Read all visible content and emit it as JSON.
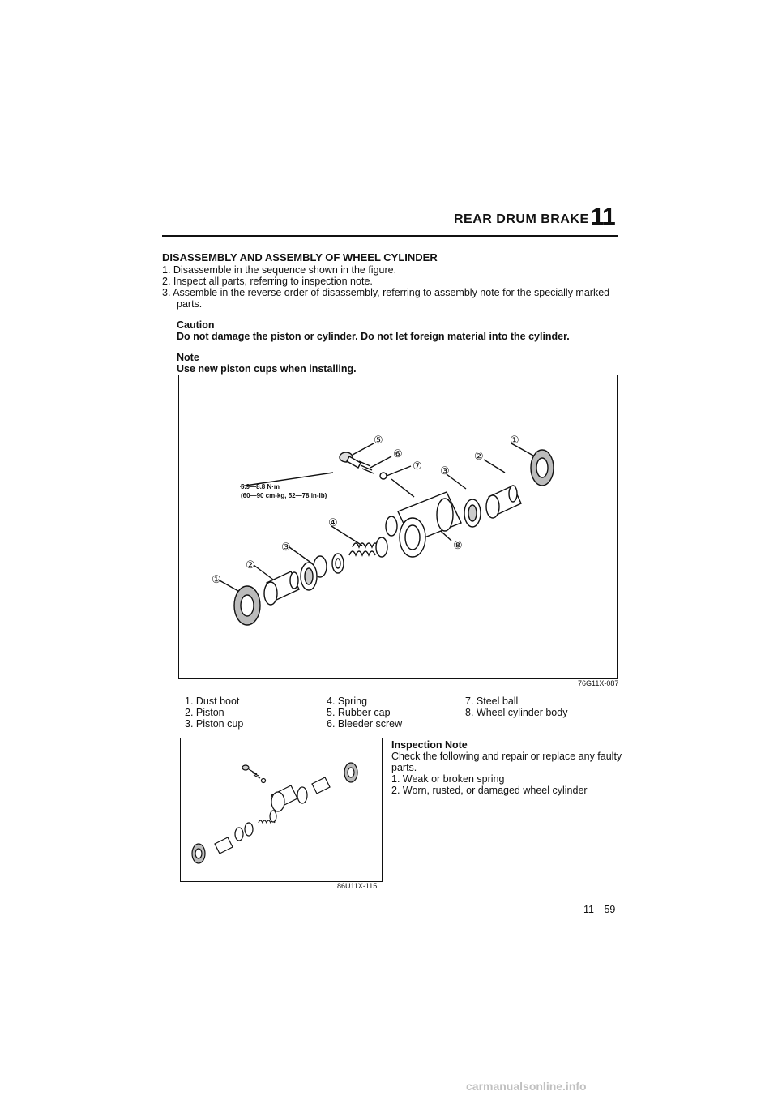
{
  "header": {
    "section_title": "REAR DRUM BRAKE",
    "chapter_number": "11"
  },
  "section": {
    "title": "DISASSEMBLY AND ASSEMBLY OF WHEEL CYLINDER",
    "steps": [
      "1. Disassemble in the sequence shown in the figure.",
      "2. Inspect all parts, referring to inspection note.",
      "3. Assemble in the reverse order of disassembly, referring to assembly note for the specially marked",
      "parts."
    ],
    "caution_heading": "Caution",
    "caution_text": "Do not damage the piston or cylinder. Do not let foreign material into the cylinder.",
    "note_heading": "Note",
    "note_text": "Use new piston cups when installing."
  },
  "figure1": {
    "code": "76G11X-087",
    "torque_line1": "5.9—8.8 N·m",
    "torque_line2": "(60—90 cm-kg, 52—78 in-lb)",
    "callouts": [
      "①",
      "②",
      "③",
      "④",
      "⑤",
      "⑥",
      "⑦",
      "⑧"
    ]
  },
  "legend": {
    "col1": [
      "1. Dust boot",
      "2. Piston",
      "3. Piston cup"
    ],
    "col2": [
      "4. Spring",
      "5. Rubber cap",
      "6. Bleeder screw"
    ],
    "col3": [
      "7. Steel ball",
      "8. Wheel cylinder body"
    ]
  },
  "figure2": {
    "code": "86U11X-115"
  },
  "inspection": {
    "heading": "Inspection Note",
    "intro_line1": "Check the following and repair or replace any faulty",
    "intro_line2": "parts.",
    "items": [
      "1. Weak or broken spring",
      "2. Worn, rusted, or damaged wheel cylinder"
    ]
  },
  "page_number": "11—59",
  "watermark": "carmanualsonline.info"
}
